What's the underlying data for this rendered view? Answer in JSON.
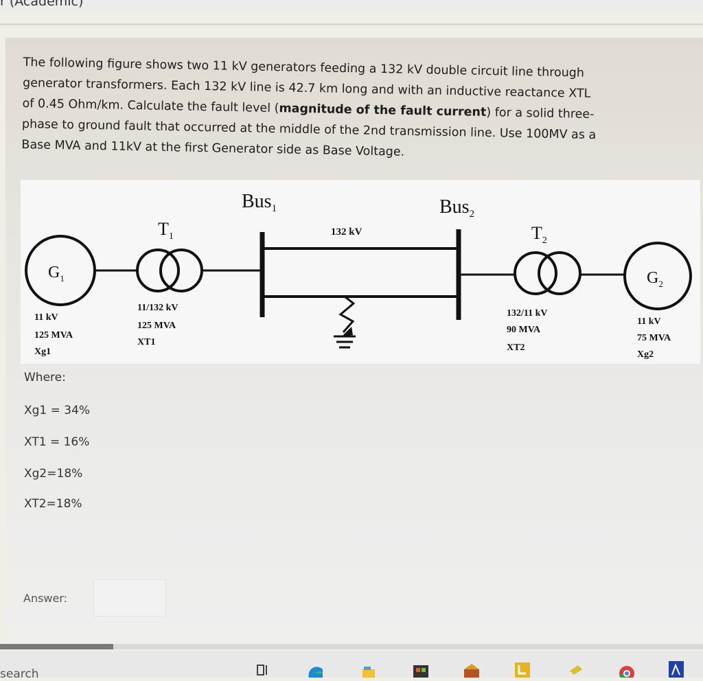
{
  "header": {
    "partial_title": "r (Academic)"
  },
  "question": {
    "line1": "The following figure shows two 11 kV generators feeding a 132 kV double circuit line through",
    "line2": "generator transformers. Each 132 kV line is 42.7 km long and with an inductive reactance XTL",
    "line3_pre": "of 0.45 Ohm/km. Calculate the fault level (",
    "line3_bold": "magnitude of the fault current",
    "line3_post": ") for a solid three-",
    "line4": "phase to ground fault that occurred at the middle of the 2nd transmission line. Use 100MV as a",
    "line5": "Base MVA and 11kV at the first Generator side as Base Voltage."
  },
  "figure": {
    "bus1": "Bus",
    "bus1_sub": "1",
    "bus2": "Bus",
    "bus2_sub": "2",
    "t1": "T",
    "t1_sub": "1",
    "t2": "T",
    "t2_sub": "2",
    "line_voltage": "132 kV",
    "g1": "G",
    "g1_sub": "1",
    "g2": "G",
    "g2_sub": "2",
    "g1_specs": [
      "11 kV",
      "125 MVA",
      "Xg1"
    ],
    "t1_specs": [
      "11/132 kV",
      "125 MVA",
      "XT1"
    ],
    "t2_specs": [
      "132/11 kV",
      "90 MVA",
      "XT2"
    ],
    "g2_specs": [
      "11 kV",
      "75 MVA",
      "Xg2"
    ]
  },
  "where": {
    "label": "Where:",
    "values": [
      "Xg1  = 34%",
      "XT1  = 16%",
      "Xg2=18%",
      "XT2=18%"
    ]
  },
  "answer": {
    "label": "Answer:",
    "value": ""
  },
  "taskbar": {
    "search_text": "search",
    "icons": [
      "task-view-icon",
      "edge-browser-icon",
      "file-explorer-icon",
      "store-icon",
      "mail-icon",
      "launcher-icon",
      "sticky-notes-icon",
      "chrome-icon",
      "acrobat-icon"
    ]
  }
}
